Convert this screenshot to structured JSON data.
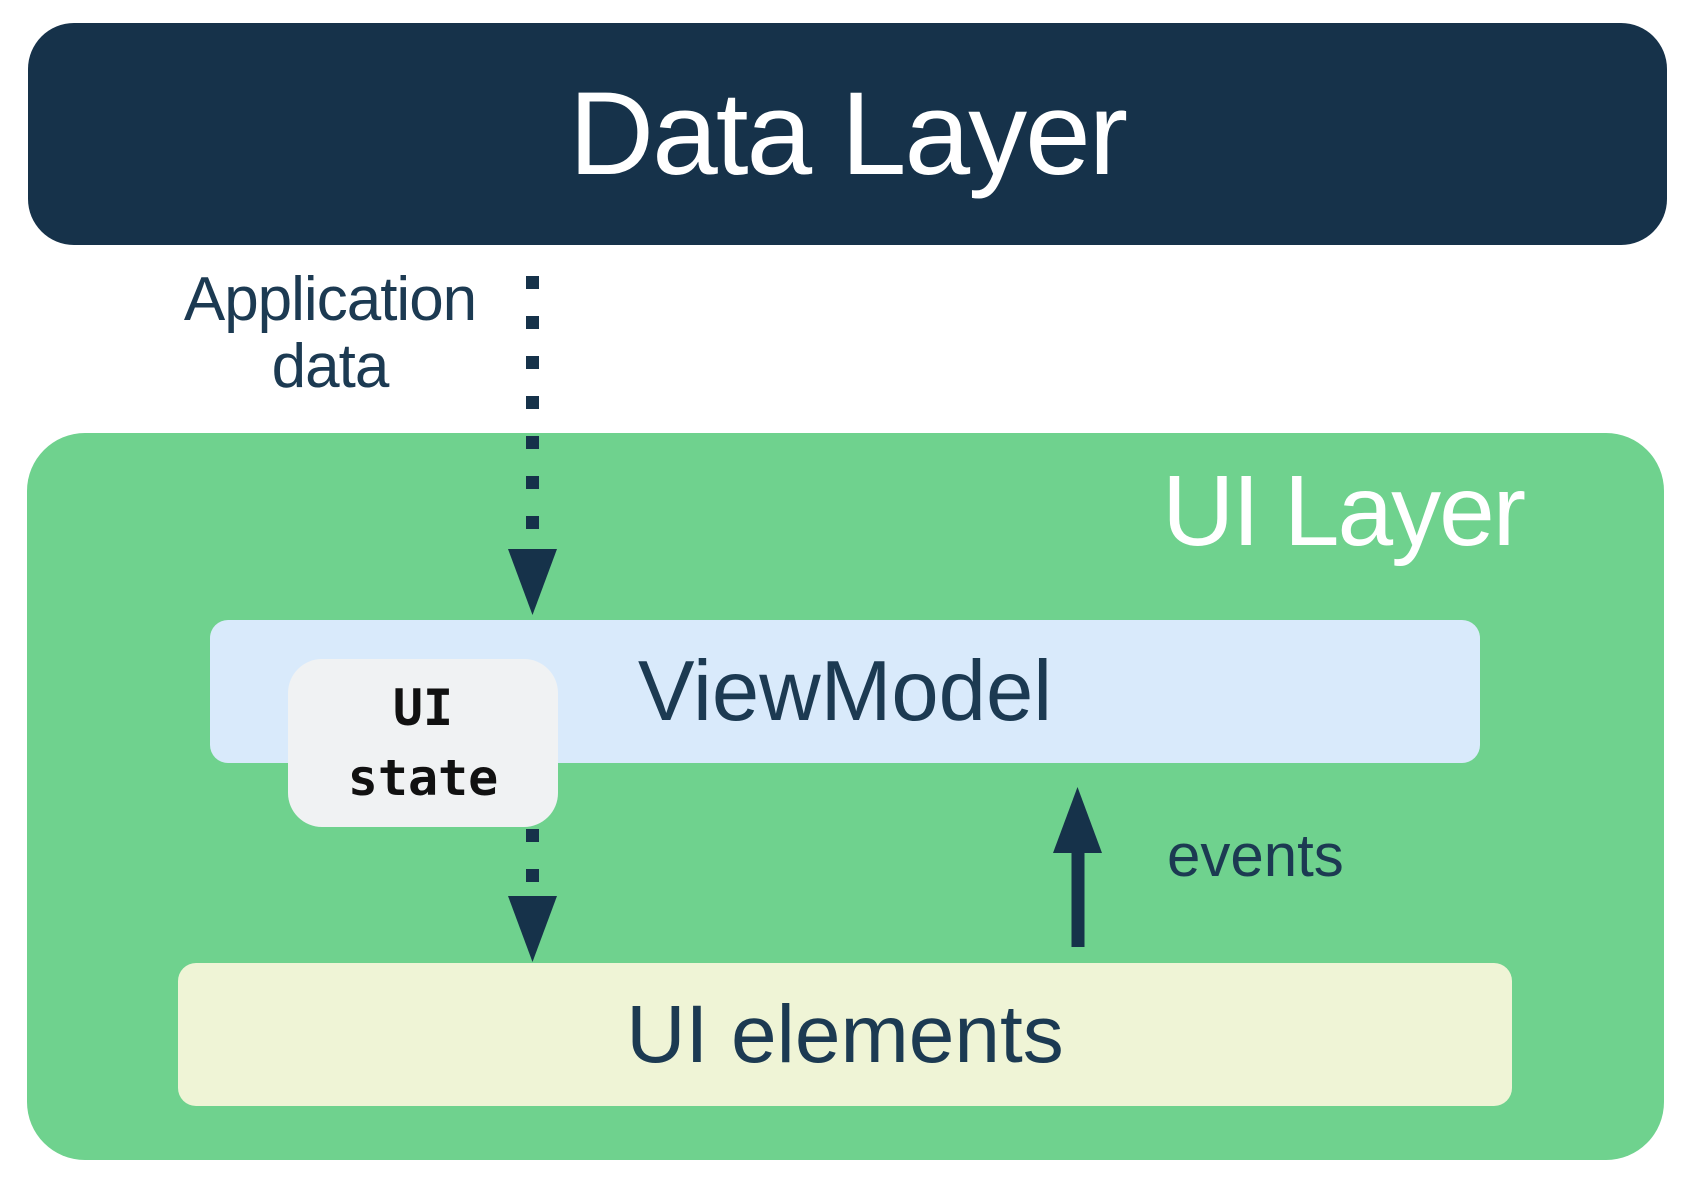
{
  "diagram": {
    "data_layer": {
      "label": "Data Layer"
    },
    "ui_layer": {
      "label": "UI Layer"
    },
    "viewmodel": {
      "label": "ViewModel"
    },
    "ui_state": {
      "label": "UI\nstate"
    },
    "ui_elements": {
      "label": "UI elements"
    },
    "flows": {
      "application_data": {
        "label": "Application\ndata",
        "style": "dotted",
        "from": "Data Layer",
        "to": "ViewModel"
      },
      "ui_state_to_elements": {
        "style": "dotted",
        "from": "ViewModel",
        "to": "UI elements"
      },
      "events": {
        "label": "events",
        "style": "solid",
        "from": "UI elements",
        "to": "ViewModel"
      }
    },
    "colors": {
      "navy": "#16324A",
      "green": "#6FD28E",
      "light_blue": "#D9EAFB",
      "pale_yellow": "#EFF4D6",
      "badge_gray": "#F0F2F3",
      "badge_text": "#111111",
      "text_dark": "#1C3A52",
      "white": "#FFFFFF"
    }
  }
}
